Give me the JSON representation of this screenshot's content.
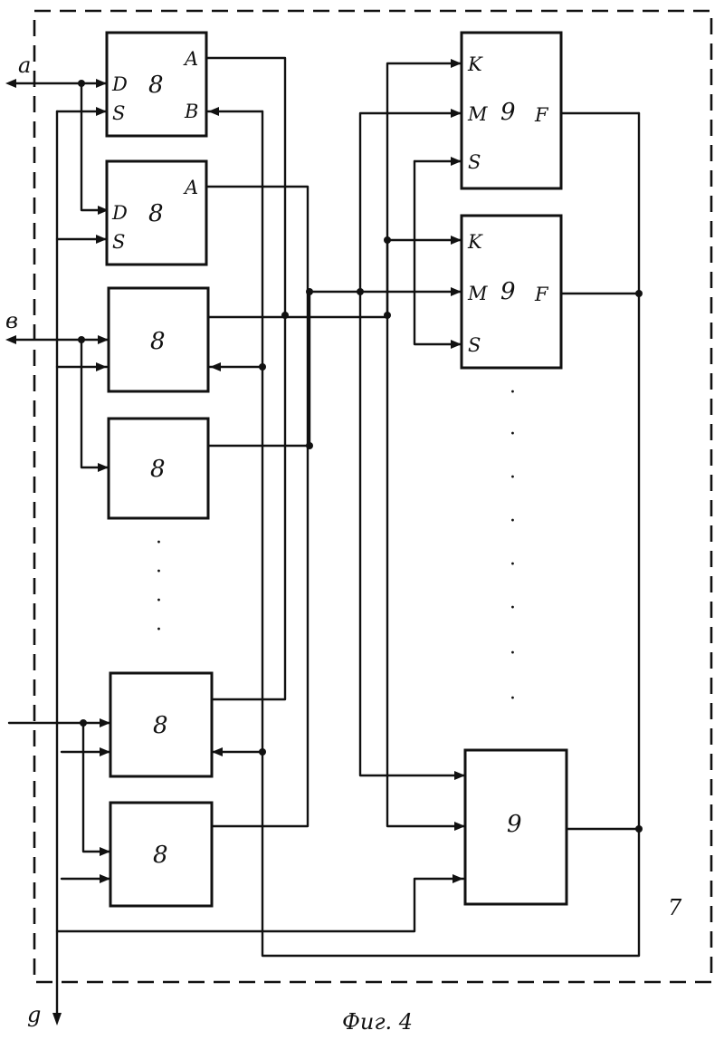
{
  "diagram": {
    "outer_block_label": "7",
    "caption": "Фиг. 4",
    "inputs": {
      "a": "a",
      "b": "в",
      "g": "g"
    },
    "registers": [
      {
        "num": "8",
        "pin_d": "D",
        "pin_s": "S",
        "pin_a": "A",
        "pin_b": "B"
      },
      {
        "num": "8",
        "pin_d": "D",
        "pin_s": "S",
        "pin_a": "A"
      },
      {
        "num": "8"
      },
      {
        "num": "8"
      },
      {
        "num": "8"
      },
      {
        "num": "8"
      }
    ],
    "comparators": [
      {
        "num": "9",
        "pin_k": "K",
        "pin_m": "M",
        "pin_s": "S",
        "pin_f": "F"
      },
      {
        "num": "9",
        "pin_k": "K",
        "pin_m": "M",
        "pin_s": "S",
        "pin_f": "F"
      },
      {
        "num": "9"
      }
    ],
    "ellipsis": "·"
  }
}
